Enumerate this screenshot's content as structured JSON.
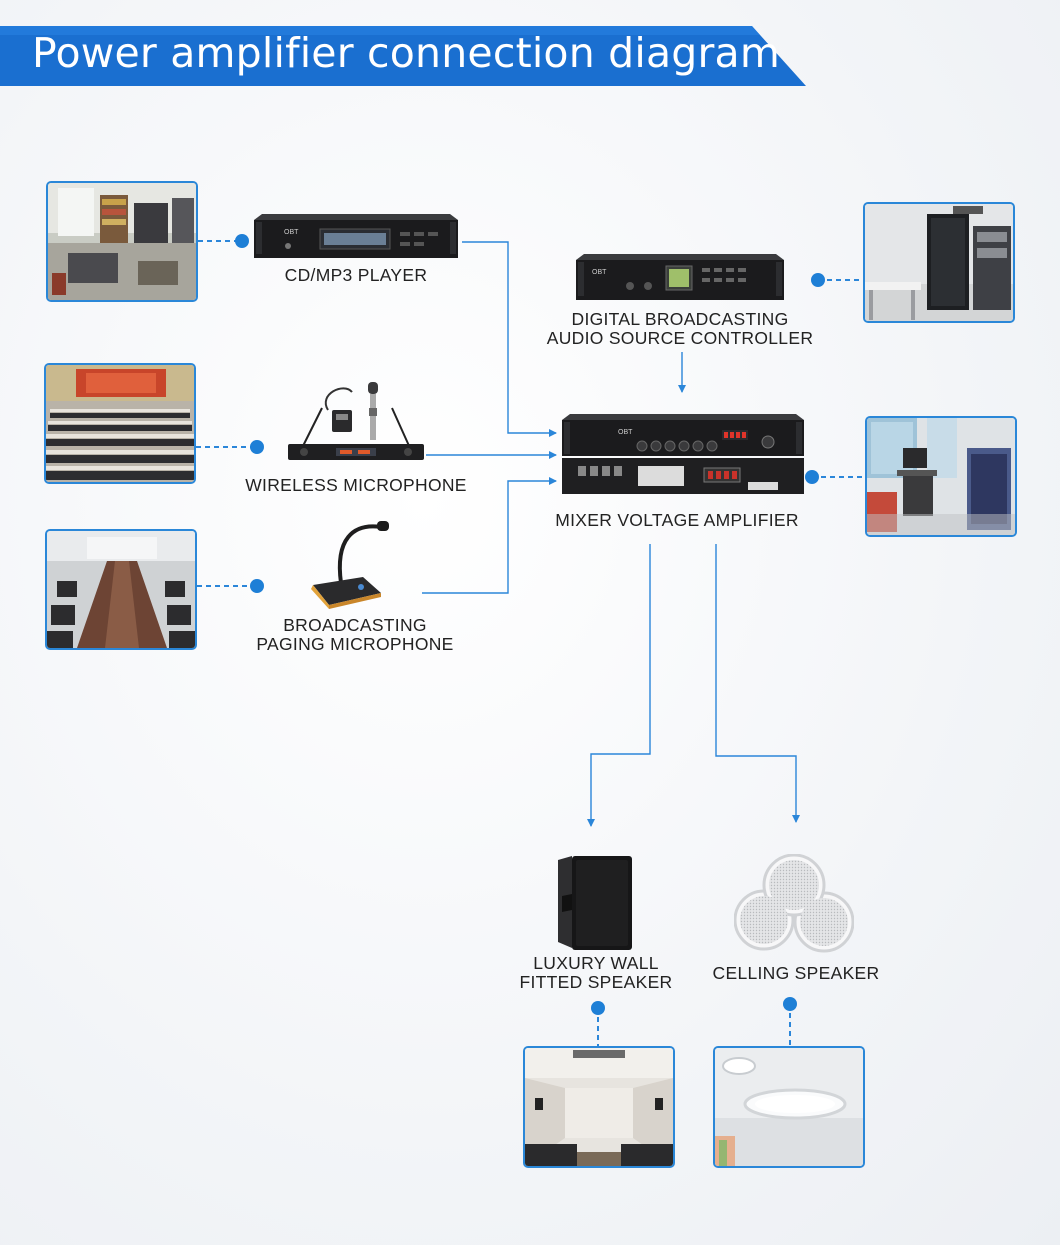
{
  "title": "Power amplifier connection diagram",
  "colors": {
    "accent": "#1e7fd6",
    "banner": "#1a6fd0",
    "line": "#2b86d9",
    "device": "#1b1b1d",
    "text": "#222222"
  },
  "sources": [
    {
      "label": "CD/MP3 PLAYER",
      "photo": "control-room"
    },
    {
      "label": "WIRELESS MICROPHONE",
      "photo": "lecture-hall"
    },
    {
      "label_lines": [
        "BROADCASTING",
        "PAGING MICROPHONE"
      ],
      "photo": "conference-room"
    }
  ],
  "controller": {
    "label_lines": [
      "DIGITAL BROADCASTING",
      "AUDIO SOURCE CONTROLLER"
    ],
    "photo": "equipment-room"
  },
  "amplifier": {
    "label": "MIXER VOLTAGE AMPLIFIER",
    "photo": "office-rack"
  },
  "outputs": [
    {
      "label_lines": [
        "LUXURY WALL",
        "FITTED  SPEAKER"
      ],
      "photo": "auditorium"
    },
    {
      "label": "CELLING SPEAKER",
      "photo": "ceiling-lights"
    }
  ]
}
